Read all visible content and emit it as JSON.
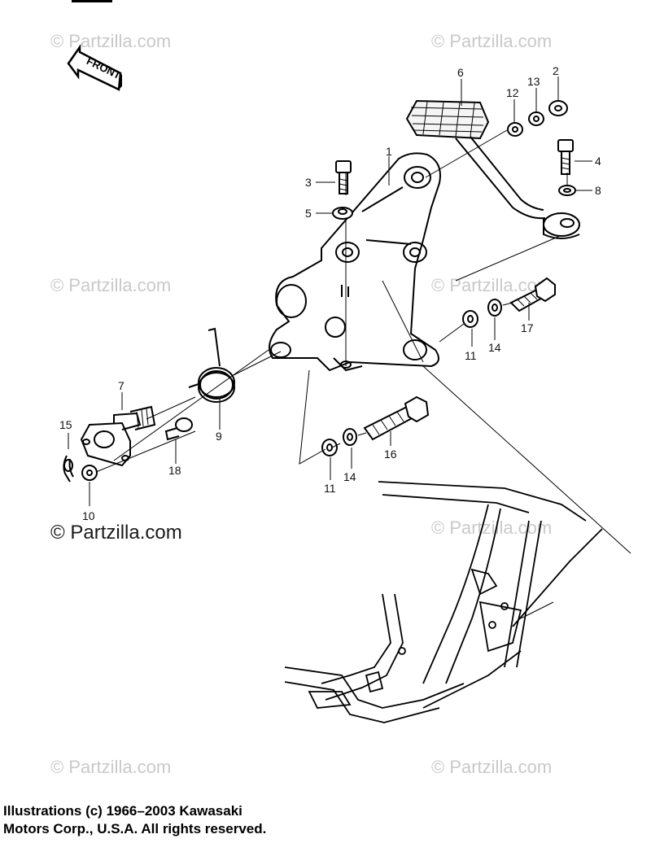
{
  "front_badge": "FRONT",
  "watermark": "© Partzilla.com",
  "callouts": {
    "p1": "1",
    "p2": "2",
    "p3": "3",
    "p4": "4",
    "p5": "5",
    "p6": "6",
    "p7": "7",
    "p8": "8",
    "p9": "9",
    "p10": "10",
    "p11a": "11",
    "p11b": "11",
    "p12": "12",
    "p13": "13",
    "p14a": "14",
    "p14b": "14",
    "p15": "15",
    "p16": "16",
    "p17": "17",
    "p18": "18"
  },
  "copyright": {
    "line1": "Illustrations (c) 1966–2003 Kawasaki",
    "line2": "Motors Corp., U.S.A.  All rights reserved."
  }
}
